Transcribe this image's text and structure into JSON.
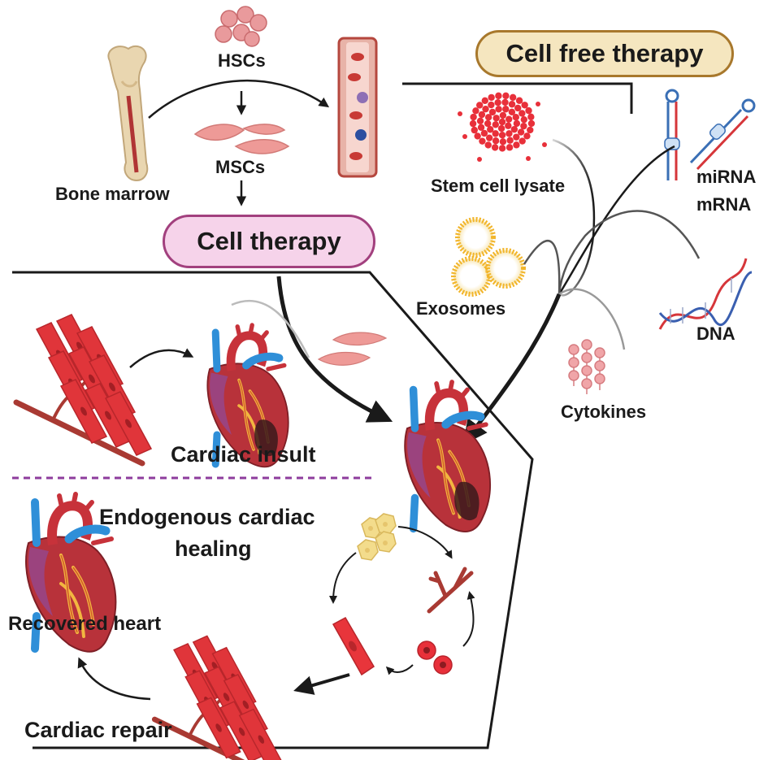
{
  "labels": {
    "bone_marrow": "Bone marrow",
    "hscs": "HSCs",
    "mscs": "MSCs",
    "cell_therapy": "Cell therapy",
    "cell_free_therapy": "Cell free therapy",
    "stem_cell_lysate": "Stem cell lysate",
    "mirna": "miRNA",
    "mrna": "mRNA",
    "exosomes": "Exosomes",
    "dna": "DNA",
    "cytokines": "Cytokines",
    "cardiac_insult": "Cardiac insult",
    "endogenous_line1": "Endogenous cardiac",
    "endogenous_line2": "healing",
    "recovered_heart": "Recovered heart",
    "cardiac_repair": "Cardiac repair"
  },
  "colors": {
    "cell_therapy_pill_fill": "#f6d3ea",
    "cell_therapy_pill_border": "#a2407e",
    "cell_free_pill_fill": "#f5e6bf",
    "cell_free_pill_border": "#a8782c",
    "divider_dashed": "#8e3c9c",
    "muscle_red": "#e0353a",
    "vessel_red": "#a93a33",
    "heart_red": "#b8323a",
    "heart_vessel_blue": "#2f8fd8",
    "exosome_gold": "#f2b52a",
    "cytokine_pink": "#e58a90",
    "dna_red": "#d6363a",
    "dna_blue": "#3a5fb0",
    "lysate_red": "#e8303a",
    "stem_yellow": "#f3dc8c"
  },
  "icons": [
    "bone-marrow-icon",
    "hsc-cluster-icon",
    "msc-cells-icon",
    "blood-vessel-icon",
    "stem-cell-lysate-icon",
    "rna-hairpin-icon",
    "exosome-icon",
    "dna-helix-icon",
    "cytokine-icon",
    "cardiomyocyte-tissue-icon",
    "heart-icon",
    "injured-heart-icon",
    "recovered-heart-icon",
    "stem-cell-cluster-icon",
    "vessel-branch-icon",
    "red-cells-icon",
    "single-cardiomyocyte-icon",
    "cardiac-repair-tissue-icon"
  ]
}
